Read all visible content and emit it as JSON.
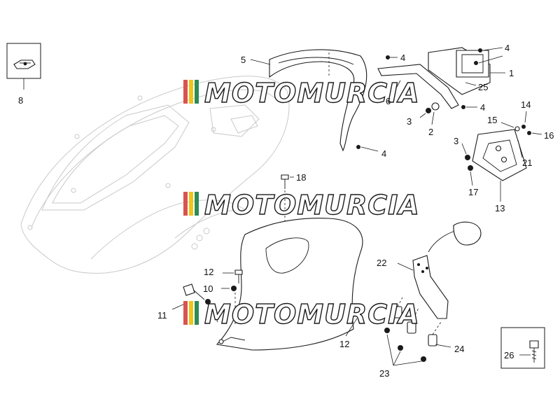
{
  "watermark": {
    "text": "MOTOMURCIA",
    "stripe_colors": [
      "#d9534f",
      "#f0c419",
      "#2e8b57"
    ]
  },
  "callouts": {
    "c1": "1",
    "c2": "2",
    "c3a": "3",
    "c3b": "3",
    "c4a": "4",
    "c4b": "4",
    "c4c": "4",
    "c4d": "4",
    "c5": "5",
    "c6": "6",
    "c8": "8",
    "c10": "10",
    "c11": "11",
    "c12a": "12",
    "c12b": "12",
    "c13": "13",
    "c14": "14",
    "c15": "15",
    "c16": "16",
    "c17": "17",
    "c18": "18",
    "c21": "21",
    "c22": "22",
    "c23": "23",
    "c24": "24",
    "c25": "25",
    "c26": "26"
  },
  "inset_boxes": {
    "clip_nut_part": "8",
    "screw_part": "26"
  }
}
